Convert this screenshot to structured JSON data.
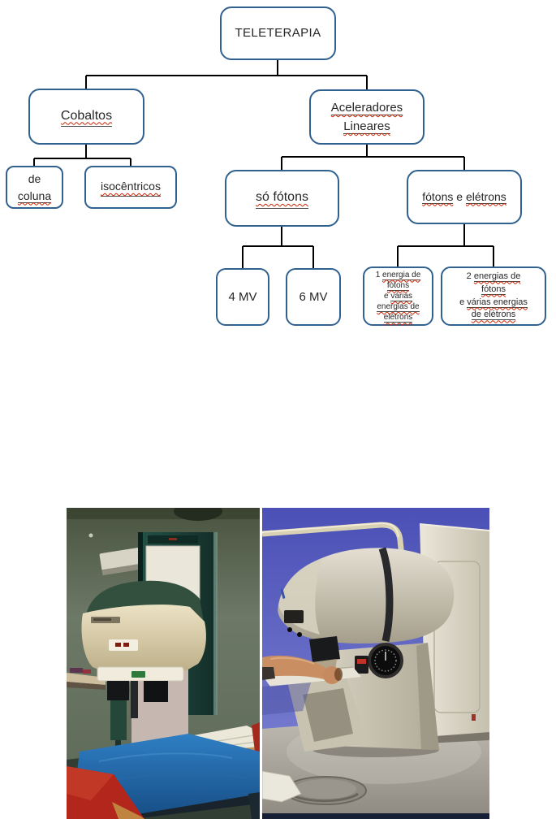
{
  "diagram": {
    "root": {
      "label": "TELETERAPIA"
    },
    "cobaltos": {
      "label": "Cobaltos"
    },
    "aceleradores": {
      "line1": "Aceleradores",
      "line2": "Lineares"
    },
    "de_coluna": {
      "line1": "de",
      "line2": "coluna"
    },
    "isocentricos": {
      "label": "isocêntricos"
    },
    "so_fotons": {
      "label": "só fótons"
    },
    "fotons_eletrons": {
      "w1": "fótons",
      "sep": "e",
      "w2": "elétrons"
    },
    "mv4": {
      "label": "4 MV"
    },
    "mv6": {
      "label": "6 MV"
    },
    "energia1": {
      "l1pre": "1",
      "l1": "energia de",
      "l2": "fótons",
      "l3pre": "e",
      "l3": "várias",
      "l4": "energias de",
      "l5": "elétrons"
    },
    "energia2": {
      "l1pre": "2",
      "l1": "energias de",
      "l2": "fótons",
      "l3pre": "e",
      "l3": "várias energias",
      "l4": "de elétrons"
    }
  },
  "colors": {
    "box_border": "#31618f",
    "connector": "#000000",
    "spellcheck_underline": "#cc2200",
    "text": "#262626"
  }
}
